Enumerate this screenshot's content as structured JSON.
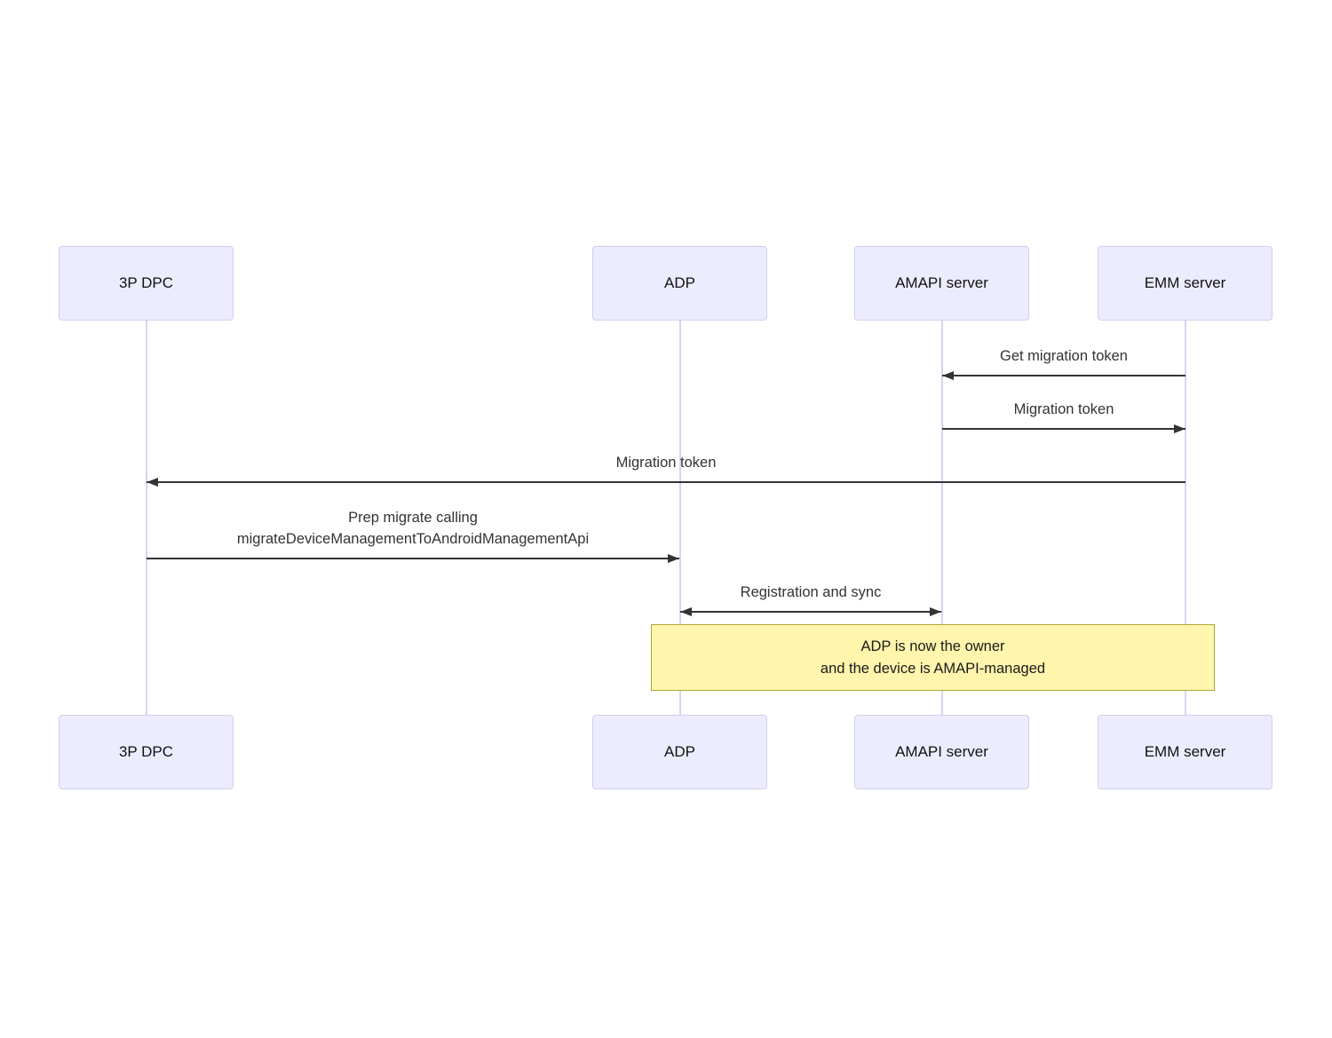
{
  "diagram": {
    "type": "sequence",
    "actors": [
      {
        "label": "3P DPC"
      },
      {
        "label": "ADP"
      },
      {
        "label": "AMAPI server"
      },
      {
        "label": "EMM server"
      }
    ],
    "messages": [
      {
        "label": "Get migration token",
        "from": "EMM server",
        "to": "AMAPI server",
        "direction": "left",
        "style": "solid"
      },
      {
        "label": "Migration token",
        "from": "AMAPI server",
        "to": "EMM server",
        "direction": "right",
        "style": "solid"
      },
      {
        "label": "Migration token",
        "from": "EMM server",
        "to": "3P DPC",
        "direction": "left",
        "style": "solid"
      },
      {
        "lines": [
          "Prep migrate calling",
          "migrateDeviceManagementToAndroidManagementApi"
        ],
        "from": "3P DPC",
        "to": "ADP",
        "direction": "right",
        "style": "solid"
      },
      {
        "label": "Registration and sync",
        "from": "ADP",
        "to": "AMAPI server",
        "direction": "both",
        "style": "solid"
      }
    ],
    "note": {
      "over": [
        "ADP",
        "EMM server"
      ],
      "lines": [
        "ADP is now the owner",
        "and the device is AMAPI-managed"
      ]
    },
    "colors": {
      "actor_fill": "#ECECFF",
      "actor_border": "#d4cdee",
      "lifeline": "#d9d3ee",
      "message_line": "#333333",
      "message_text": "#333333",
      "note_fill": "#fff5ad",
      "note_border": "#aaaa33",
      "background": "#ffffff"
    }
  }
}
